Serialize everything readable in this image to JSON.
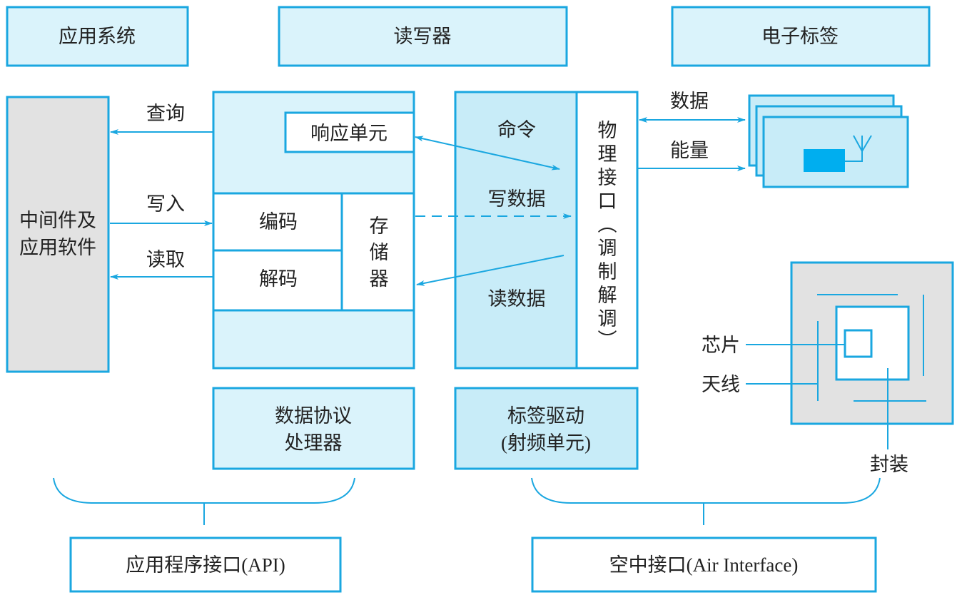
{
  "headers": {
    "app_system": "应用系统",
    "reader": "读写器",
    "tag": "电子标签"
  },
  "middleware": {
    "line1": "中间件及",
    "line2": "应用软件"
  },
  "arrows": {
    "query": "查询",
    "write": "写入",
    "read": "读取",
    "data": "数据",
    "energy": "能量"
  },
  "processor": {
    "response_unit": "响应单元",
    "encode": "编码",
    "decode": "解码",
    "storage": [
      "存",
      "储",
      "器"
    ],
    "label_line1": "数据协议",
    "label_line2": "处理器"
  },
  "rf": {
    "command": "命令",
    "write_data": "写数据",
    "read_data": "读数据",
    "physical_interface": [
      "物",
      "理",
      "接",
      "口",
      "︵",
      "调",
      "制",
      "解",
      "调",
      "︶"
    ],
    "label_line1": "标签驱动",
    "label_line2": "(射频单元)"
  },
  "package": {
    "chip": "芯片",
    "antenna": "天线",
    "package": "封装"
  },
  "interfaces": {
    "api": "应用程序接口(API)",
    "air": "空中接口(Air Interface)"
  },
  "colors": {
    "stroke": "#1aa7e0",
    "light_fill": "#daf3fb",
    "mid_fill": "#c8ecf8",
    "gray_fill": "#e2e2e2",
    "chip_fill": "#00aeef"
  }
}
